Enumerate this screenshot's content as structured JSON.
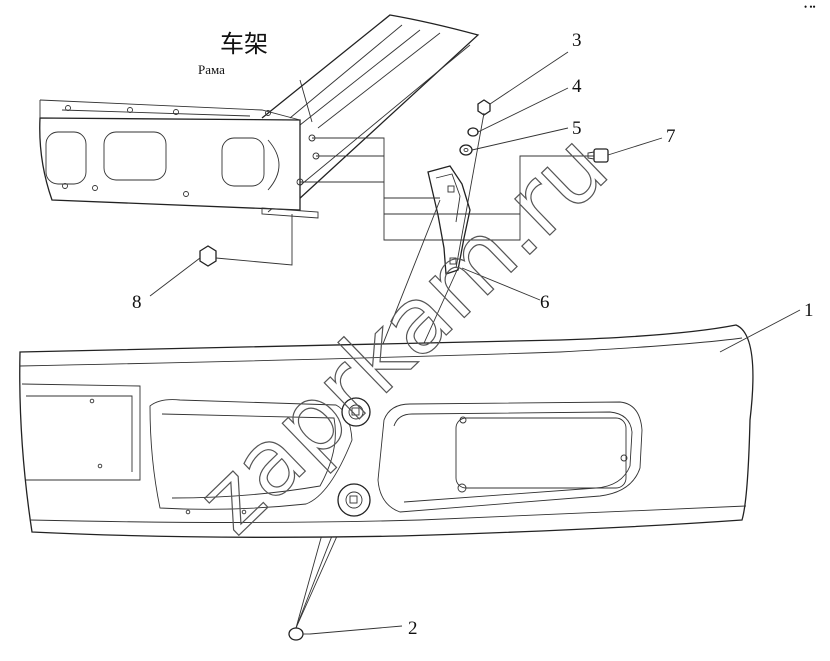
{
  "labels": {
    "frame_cn": "车架",
    "frame_ru": "Рама",
    "watermark": "zaprkam.ru",
    "corner_mark": "• ••"
  },
  "callouts": [
    "1",
    "2",
    "3",
    "4",
    "5",
    "6",
    "7",
    "8"
  ]
}
